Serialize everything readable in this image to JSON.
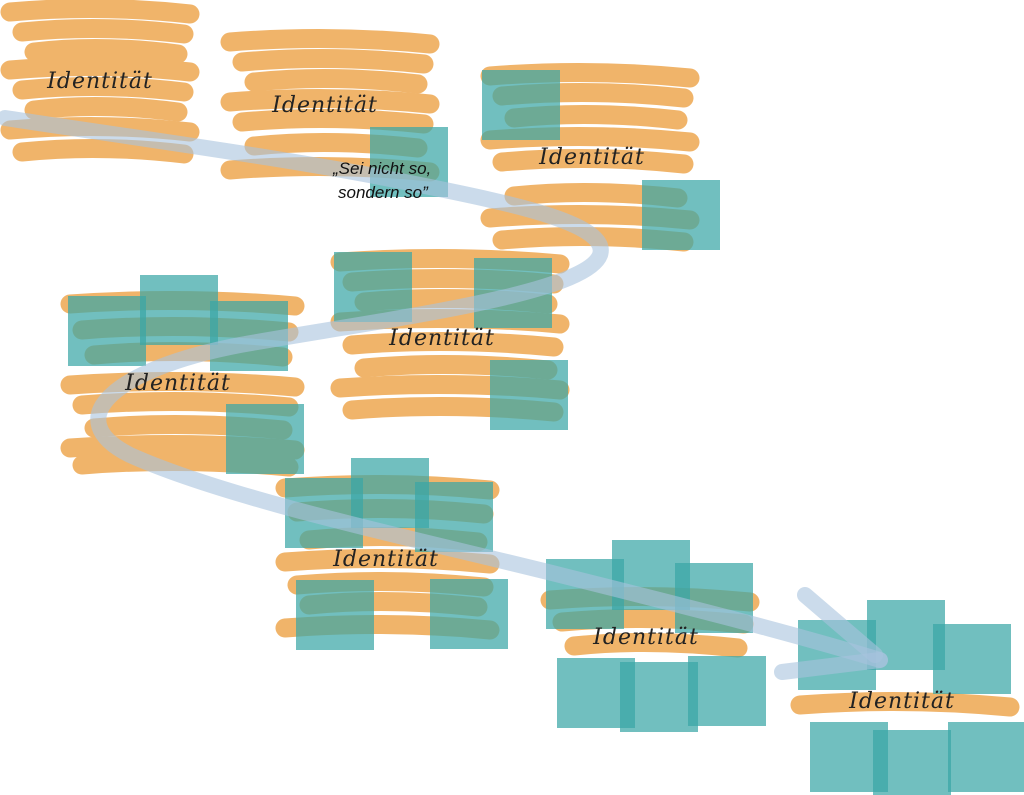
{
  "colors": {
    "identity": "#F0B46A",
    "adaptation": "#3AA6A6",
    "path": "#A9C3DD"
  },
  "identity_label": "Identität",
  "clusters": [
    {
      "label": "Identität"
    },
    {
      "label": "Identität"
    },
    {
      "label": "Identität"
    },
    {
      "label": "Identität"
    },
    {
      "label": "Identität"
    },
    {
      "label": "Identität"
    },
    {
      "label": "Identität"
    },
    {
      "label": "Identität"
    }
  ],
  "quote": {
    "line1": "„Sei nicht so,",
    "line2": "sondern so”"
  }
}
